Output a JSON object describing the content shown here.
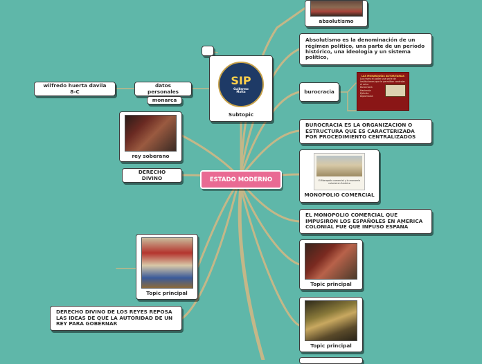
{
  "central": {
    "label": "ESTADO MODERNO"
  },
  "colors": {
    "background": "#5fb7a9",
    "central": "#e96a93",
    "branch": "#c4b788"
  },
  "logo": {
    "text_top": "SIP",
    "text_name": "Guillermo Matta",
    "ring_color": "#1e3a66"
  },
  "nodes": {
    "absolutismo": {
      "label": "absolutismo"
    },
    "absolutismo_def": {
      "label": "Absolutismo es la denominación de un régimen político, una parte de un período histórico, una ideología y un sistema político,"
    },
    "burocracia": {
      "label": "burocracia"
    },
    "burocracia_def": {
      "label": "BUROCRACIA ES LA ORGANIZACION O ESTRUCTURA QUE ES CARACTERIZADA POR PROCEDIMIENTO CENTRALIZADOS"
    },
    "monopolio": {
      "label": "MONOPOLIO COMERCIAL"
    },
    "monopolio_def": {
      "label": "EL MONOPOLIO COMERCIAL QUE IMPUSIRON LOS ESPAÑOLES EN AMERICA COLONIAL  FUE QUE INPUSO ESPAÑA"
    },
    "topic1": {
      "label": "Topic principal"
    },
    "topic2": {
      "label": "Topic principal"
    },
    "subtopic": {
      "label": "Subtopic"
    },
    "datos": {
      "label": "datos personales"
    },
    "wilfredo": {
      "label": "wilfredo huerta davila 8-C"
    },
    "monarca": {
      "label": "monarca"
    },
    "rey": {
      "label": "rey soberano"
    },
    "derecho": {
      "label": "DERECHO DIVINO"
    },
    "topic_left": {
      "label": "Topic principal"
    },
    "derecho_def": {
      "label": "DERECHO  DIVINO DE LOS REYES REPOSA LAS IDEAS DE QUE LA AUTORIDAD DE UN REY PARA GOBERNAR"
    }
  },
  "burocracia_image": {
    "title": "LAS MONARQUÍAS AUTORITARIAS",
    "bullets": [
      "Los reyes el poder una serie de instituciones que le permitían controlar el reino",
      "Burocracia",
      "Hacienda",
      "Ejército",
      "Diplomacia"
    ]
  },
  "monopolio_image": {
    "caption": "El Monopolio comercial y la economía colonial en América"
  }
}
